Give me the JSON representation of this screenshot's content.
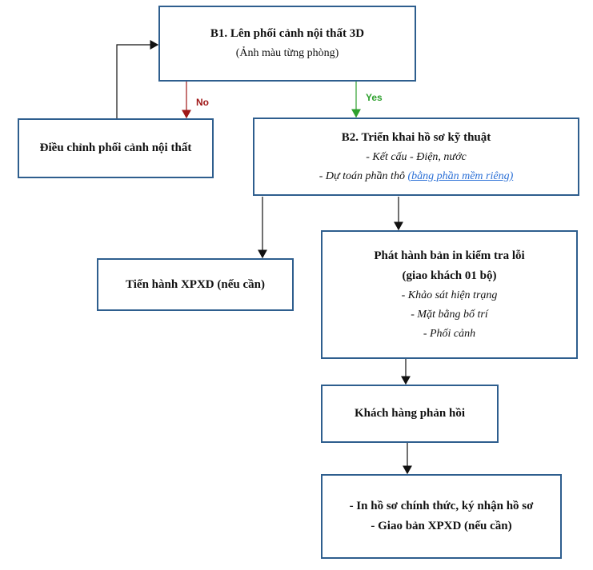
{
  "nodes": {
    "b1": {
      "title": "B1. Lên phối cảnh nội thất 3D",
      "subtitle": "(Ảnh màu từng phòng)"
    },
    "adjust": {
      "title": "Điều chỉnh phối cảnh nội thất"
    },
    "b2": {
      "title": "B2. Triển khai hồ sơ kỹ thuật",
      "item1": "- Kết cấu - Điện, nước",
      "item2_prefix": "- Dự toán phần thô ",
      "item2_link": "(bằng phần mềm riêng)"
    },
    "xpxd": {
      "title": "Tiến hành XPXD (nếu cần)"
    },
    "print": {
      "title1": "Phát hành bản in kiểm tra lỗi",
      "title2": "(giao khách 01 bộ)",
      "items": [
        "- Khảo sát hiện trạng",
        "- Mặt bằng bố trí",
        "- Phối cảnh"
      ]
    },
    "feedback": {
      "title": "Khách hàng phản hồi"
    },
    "final": {
      "line1": "- In hồ sơ chính thức, ký nhận hồ sơ",
      "line2": "- Giao bản XPXD (nếu cần)"
    }
  },
  "edges": {
    "no_label": "No",
    "yes_label": "Yes",
    "no_color": "#a01818",
    "yes_color": "#2ea02e"
  }
}
